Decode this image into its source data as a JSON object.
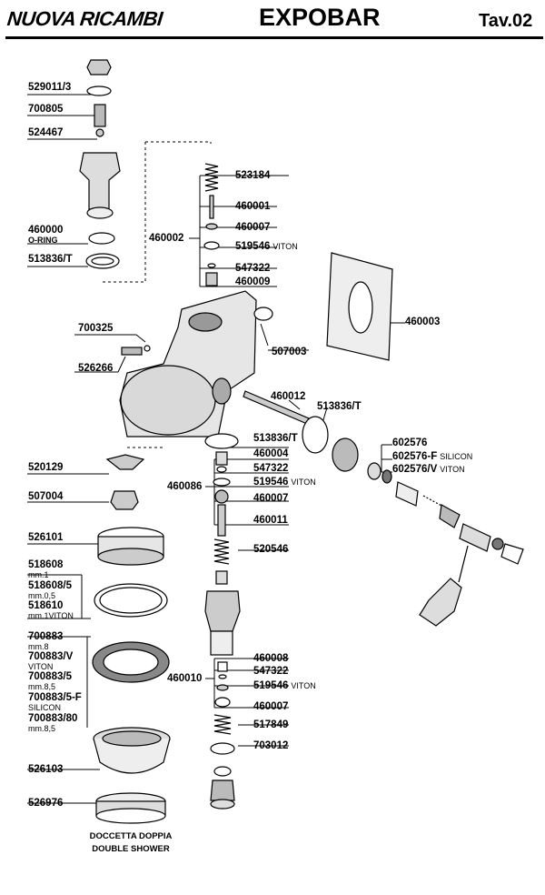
{
  "header": {
    "brand": "NUOVA RICAMBI",
    "title": "EXPOBAR",
    "table": "Tav.02"
  },
  "parts": {
    "p529011_3": "529011/3",
    "p700805": "700805",
    "p524467": "524467",
    "p460000": "460000",
    "p460000_note": "O-RING",
    "p513836T_a": "513836/T",
    "p523184": "523184",
    "p460001": "460001",
    "p460007_a": "460007",
    "p460002": "460002",
    "p519546_a": "519546",
    "p519546_a_note": "VITON",
    "p547322_a": "547322",
    "p460009": "460009",
    "p460003": "460003",
    "p700325": "700325",
    "p526266": "526266",
    "p507003": "507003",
    "p460012": "460012",
    "p513836T_b": "513836/T",
    "p513836T_c": "513836/T",
    "p460004": "460004",
    "p547322_b": "547322",
    "p460086": "460086",
    "p519546_b": "519546",
    "p519546_b_note": "VITON",
    "p460007_b": "460007",
    "p460011": "460011",
    "p520546": "520546",
    "p602576": "602576",
    "p602576F": "602576-F",
    "p602576F_note": "SILICON",
    "p602576V": "602576/V",
    "p602576V_note": "VITON",
    "p520129": "520129",
    "p507004": "507004",
    "p526101": "526101",
    "p518608": "518608",
    "p518608_note": "mm.1",
    "p518608_5": "518608/5",
    "p518608_5_note": "mm.0,5",
    "p518610": "518610",
    "p518610_note": "mm.1VITON",
    "p700883": "700883",
    "p700883_note": "mm.8",
    "p700883V": "700883/V",
    "p700883V_note": "VITON",
    "p700883_5": "700883/5",
    "p700883_5_note": "mm.8,5",
    "p700883_5F": "700883/5-F",
    "p700883_5F_note": "SILICON",
    "p700883_80": "700883/80",
    "p700883_80_note": "mm.8,5",
    "p526103": "526103",
    "p526976": "526976",
    "p460008": "460008",
    "p547322_c": "547322",
    "p460010": "460010",
    "p519546_c": "519546",
    "p519546_c_note": "VITON",
    "p460007_c": "460007",
    "p517849": "517849",
    "p703012": "703012"
  },
  "caption": {
    "line1": "DOCCETTA DOPPIA",
    "line2": "DOUBLE SHOWER"
  },
  "colors": {
    "ink": "#000000",
    "shade": "#cfcfcf",
    "dark": "#555555"
  }
}
